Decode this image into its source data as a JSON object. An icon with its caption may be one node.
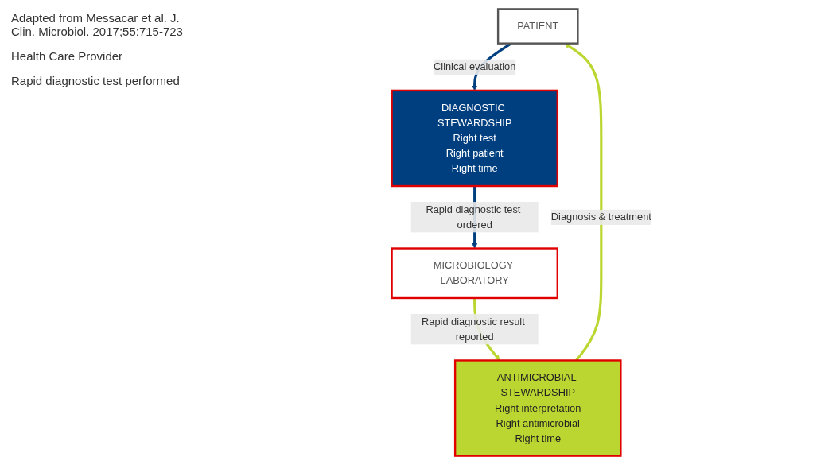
{
  "diagram": {
    "nodes": [
      {
        "text": [
          "PATIENT"
        ]
      },
      {
        "text": [
          "DIAGNOSTIC STEWARDSHIP",
          "Right test",
          "Right patient",
          "Right time"
        ]
      },
      {
        "text": [
          "ANTIMICROBIAL STEWARDSHIP",
          "Right interpretation",
          "Right antimicrobial",
          "Right time"
        ]
      },
      {
        "text": [
          "MICROBIOLOGY LABORATORY"
        ]
      }
    ],
    "edges": [
      {
        "from": 0,
        "to": 1,
        "arrow": "to",
        "label": "Clinical evaluation",
        "color": "#003f7f"
      },
      {
        "from": 1,
        "to": 3,
        "arrow": "to",
        "label": "Rapid diagnostic test ordered",
        "color": "#003f7f"
      },
      {
        "from": 3,
        "to": 2,
        "arrow": "to",
        "label": "Rapid diagnostic result reported",
        "color": "#bcd631"
      },
      {
        "from": 2,
        "to": 0,
        "arrow": "to",
        "label": "Diagnosis & treatment",
        "color": "#bcd631"
      }
    ],
    "labels": [
      "Adapted from Messacar et al. J. Clin. Microbiol. 2017;55:715-723",
      "Health Care Provider",
      "Rapid diagnostic test performed"
    ]
  }
}
